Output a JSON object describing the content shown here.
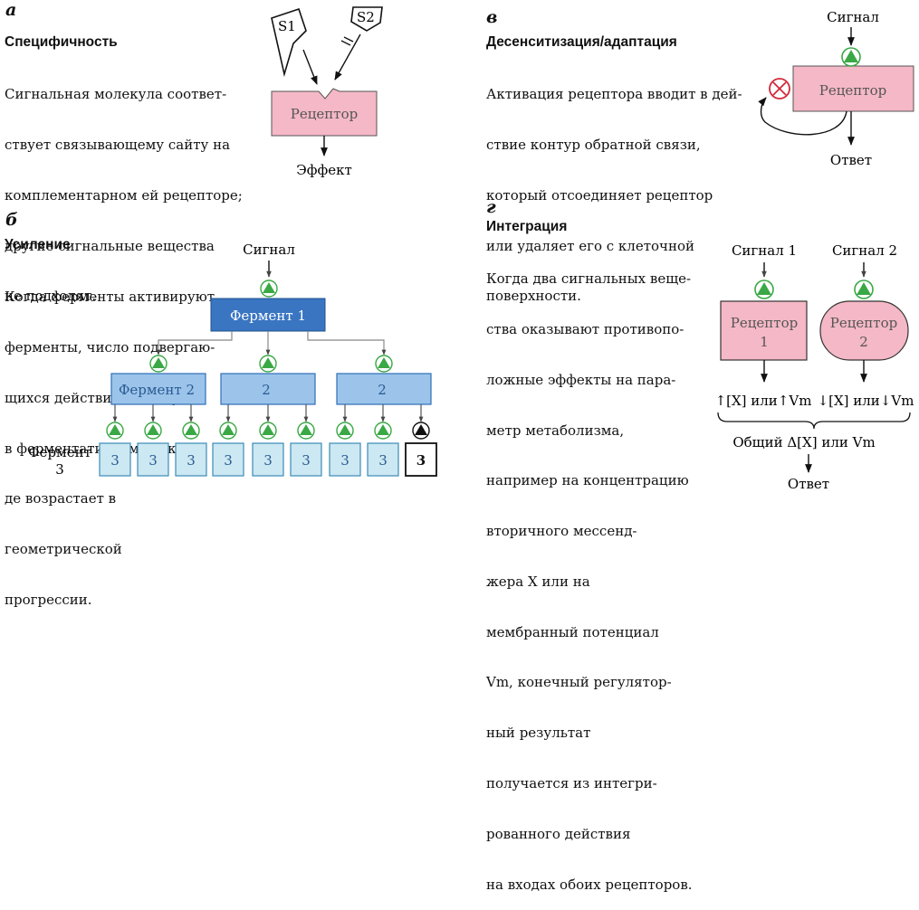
{
  "panel_a": {
    "letter": "а",
    "heading": "Специфичность",
    "body": [
      "Сигнальная молекула соответ-",
      "ствует связывающему сайту на",
      "комплементарном ей рецепторе;",
      "другие сигнальные вещества",
      "не подходят."
    ],
    "s1_label": "S1",
    "s2_label": "S2",
    "receptor_label": "Рецептор",
    "effect_label": "Эффект"
  },
  "panel_b": {
    "letter": "б",
    "heading": "Усиление",
    "body": [
      "Когда ферменты активируют",
      "ферменты, число подвергаю-",
      "щихся действию молекул",
      "в ферментативном каска-",
      "де возрастает в",
      "геометрической",
      "прогрессии."
    ],
    "signal_label": "Сигнал",
    "enzyme1_label": "Фермент 1",
    "enzyme2_labels": [
      "Фермент 2",
      "2",
      "2"
    ],
    "enzyme3_labels": [
      "3",
      "3",
      "3",
      "3",
      "3",
      "3",
      "3",
      "3",
      "3"
    ],
    "enzyme3_side_label": [
      "Фермент",
      "3"
    ]
  },
  "panel_v": {
    "letter": "в",
    "heading": "Десенситизация/адаптация",
    "body": [
      "Активация рецептора вводит в дей-",
      "ствие контур обратной связи,",
      "который отсоединяет рецептор",
      "или удаляет его с клеточной",
      "поверхности."
    ],
    "signal_label": "Сигнал",
    "receptor_label": "Рецептор",
    "response_label": "Ответ"
  },
  "panel_g": {
    "letter": "г",
    "heading": "Интеграция",
    "body": [
      "Когда два сигнальных веще-",
      "ства оказывают противопо-",
      "ложные эффекты на пара-",
      "метр метаболизма,",
      "например на концентрацию",
      "вторичного мессенд-",
      "жера X или на",
      "мембранный потенциал",
      "Vm, конечный регулятор-",
      "ный результат",
      "получается из интегри-",
      "рованного действия",
      "на входах обоих рецепторов."
    ],
    "signal1_label": "Сигнал 1",
    "signal2_label": "Сигнал 2",
    "receptor1_label": [
      "Рецептор",
      "1"
    ],
    "receptor2_label": [
      "Рецептор",
      "2"
    ],
    "effect1_label": "↑[X] или↑Vm",
    "effect2_label": "↓[X] или↓Vm",
    "total_label": "Общий Δ[X] или Vm",
    "response_label": "Ответ"
  },
  "colors": {
    "receptor_pink": "#f4b8c6",
    "enzyme1_blue": "#3a75c2",
    "enzyme2_light_blue": "#9cc4ea",
    "enzyme3_pale_blue": "#cce8f2",
    "activation_green": "#3aa845",
    "inhibition_red": "#d2283a"
  }
}
